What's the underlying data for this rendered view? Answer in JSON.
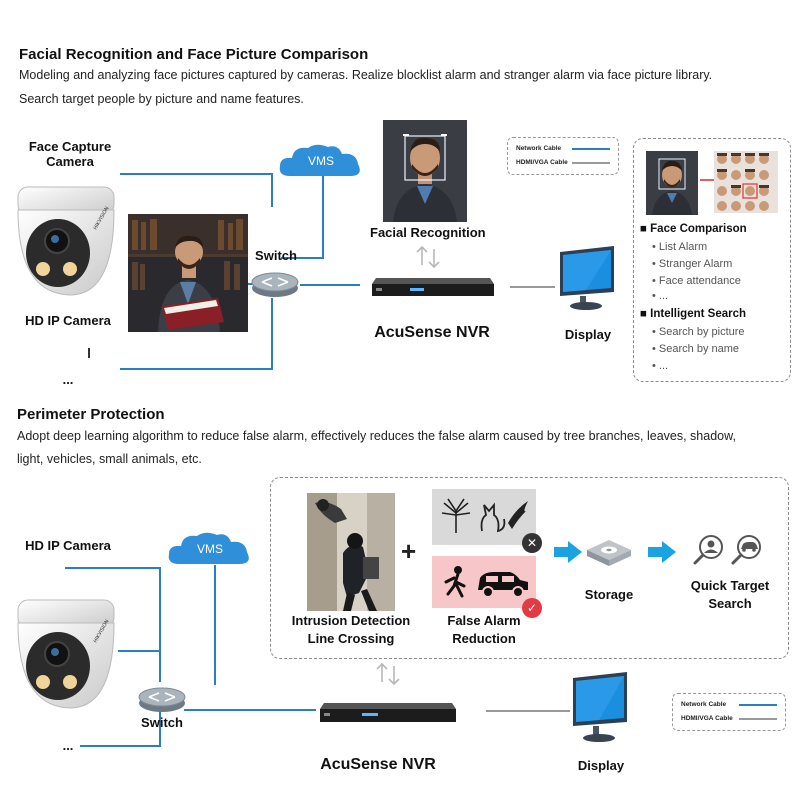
{
  "section1": {
    "title": "Facial Recognition and Face Picture Comparison",
    "desc_line1": "Modeling and analyzing face pictures captured by cameras. Realize blocklist alarm and stranger alarm via face picture library.",
    "desc_line2": "Search target people by picture and name features.",
    "face_capture_camera_line1": "Face Capture",
    "face_capture_camera_line2": "Camera",
    "hd_ip_camera": "HD IP Camera",
    "ellipsis": "...",
    "vms": "VMS",
    "switch": "Switch",
    "facial_recognition": "Facial Recognition",
    "nvr": "AcuSense NVR",
    "display": "Display",
    "legend": {
      "network_cable": "Network Cable",
      "hdmi_vga_cable": "HDMI/VGA Cable"
    },
    "feature_groups": [
      {
        "heading": "Face Comparison",
        "items": [
          "List Alarm",
          "Stranger Alarm",
          "Face attendance",
          "..."
        ]
      },
      {
        "heading": "Intelligent Search",
        "items": [
          "Search by picture",
          "Search by name",
          "..."
        ]
      }
    ]
  },
  "section2": {
    "title": "Perimeter Protection",
    "desc_line1": "Adopt deep learning algorithm to reduce false alarm, effectively reduces the false alarm caused by tree branches, leaves, shadow,",
    "desc_line2": "light, vehicles, small animals, etc.",
    "hd_ip_camera": "HD IP Camera",
    "ellipsis": "...",
    "vms": "VMS",
    "switch": "Switch",
    "intrusion_line1": "Intrusion Detection",
    "intrusion_line2": "Line Crossing",
    "plus": "+",
    "false_alarm_line1": "False Alarm",
    "false_alarm_line2": "Reduction",
    "storage": "Storage",
    "quick_search_line1": "Quick Target",
    "quick_search_line2": "Search",
    "nvr": "AcuSense NVR",
    "display": "Display",
    "legend": {
      "network_cable": "Network Cable",
      "hdmi_vga_cable": "HDMI/VGA Cable"
    }
  },
  "colors": {
    "network_cable": "#2a7fbf",
    "hdmi_cable": "#9a9a9a",
    "cloud": "#2f8fd8",
    "arrow": "#1aa3e0",
    "reject_panel": "#d9d9d9",
    "accept_panel": "#f7c6c8"
  }
}
